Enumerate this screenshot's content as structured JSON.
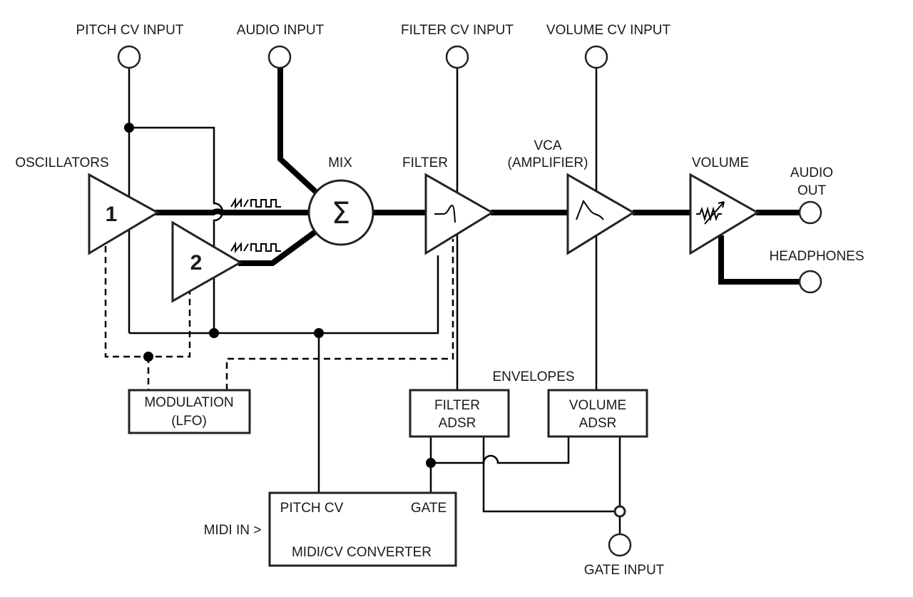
{
  "labels": {
    "pitch_cv_input": "PITCH CV INPUT",
    "audio_input": "AUDIO INPUT",
    "filter_cv_input": "FILTER CV INPUT",
    "volume_cv_input": "VOLUME CV INPUT",
    "oscillators": "OSCILLATORS",
    "osc1": "1",
    "osc2": "2",
    "mix": "MIX",
    "sigma": "Σ",
    "filter": "FILTER",
    "vca_line1": "VCA",
    "vca_line2": "(AMPLIFIER)",
    "volume": "VOLUME",
    "audio_out_line1": "AUDIO",
    "audio_out_line2": "OUT",
    "headphones": "HEADPHONES",
    "envelopes": "ENVELOPES",
    "modulation_line1": "MODULATION",
    "modulation_line2": "(LFO)",
    "filter_adsr_line1": "FILTER",
    "filter_adsr_line2": "ADSR",
    "volume_adsr_line1": "VOLUME",
    "volume_adsr_line2": "ADSR",
    "midi_in": "MIDI IN >",
    "pitch_cv": "PITCH CV",
    "gate": "GATE",
    "midi_cv_converter": "MIDI/CV CONVERTER",
    "gate_input": "GATE INPUT"
  }
}
